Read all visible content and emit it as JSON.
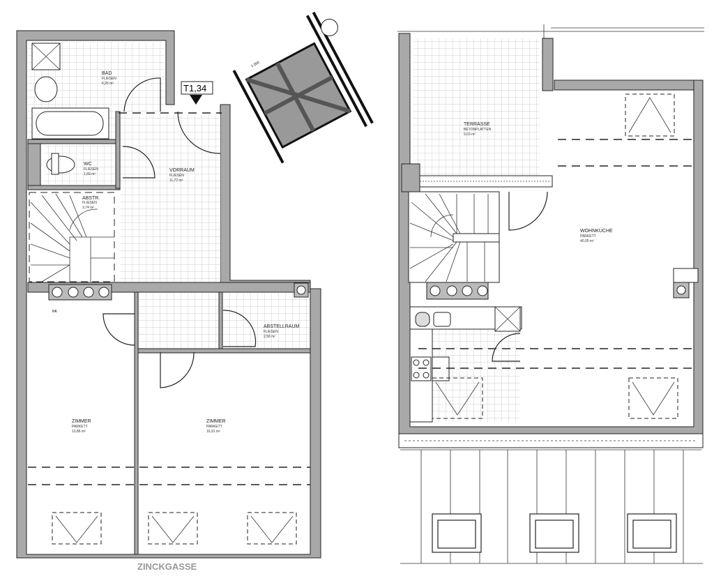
{
  "floor_upper_left": {
    "rooms": [
      {
        "name": "BAD",
        "floor": "FLIESEN",
        "area": "6,26 m²"
      },
      {
        "name": "WC",
        "floor": "FLIESEN",
        "area": "1,66 m²"
      },
      {
        "name": "VORRAUM",
        "floor": "FLIESEN",
        "area": "11,72 m²"
      },
      {
        "name": "ABSTR.",
        "floor": "FLIESEN",
        "area": "3,74 m²"
      },
      {
        "name": "ABSTELLRAUM",
        "floor": "FLIESEN",
        "area": "2,58 m²"
      },
      {
        "name": "ZIMMER",
        "floor": "PARKETT",
        "area": "13,86 m²"
      },
      {
        "name": "ZIMMER",
        "floor": "PARKETT",
        "area": "16,91 m²"
      }
    ],
    "unit_tag": "T1,34",
    "nk_label": "NK",
    "street": "ZINCKGASSE"
  },
  "site_plan": {
    "scale": "1:200"
  },
  "floor_right": {
    "rooms": [
      {
        "name": "TERRASSE",
        "floor": "BETONPLATTEN",
        "area": "9,03 m²"
      },
      {
        "name": "WOHNKÜCHE",
        "floor": "PARKETT",
        "area": "40,05 m²"
      }
    ]
  },
  "colors": {
    "wall": "#a9a9a9",
    "line": "#222222",
    "street_label": "#999999"
  }
}
